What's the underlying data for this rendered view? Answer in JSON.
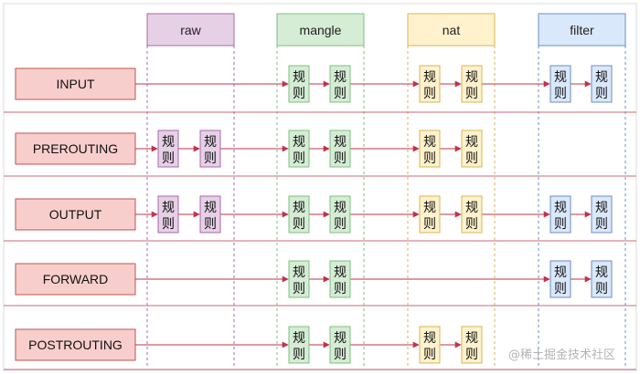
{
  "tables": [
    {
      "key": "raw",
      "label": "raw",
      "fill": "#e6d0e6",
      "stroke": "#a869a8"
    },
    {
      "key": "mangle",
      "label": "mangle",
      "fill": "#d5ecd5",
      "stroke": "#7fbf7f"
    },
    {
      "key": "nat",
      "label": "nat",
      "fill": "#fff2cc",
      "stroke": "#d6b656"
    },
    {
      "key": "filter",
      "label": "filter",
      "fill": "#dae8fc",
      "stroke": "#6c8ebf"
    }
  ],
  "chains": [
    {
      "label": "INPUT",
      "tables": [
        "mangle",
        "nat",
        "filter"
      ]
    },
    {
      "label": "PREROUTING",
      "tables": [
        "raw",
        "mangle",
        "nat"
      ]
    },
    {
      "label": "OUTPUT",
      "tables": [
        "raw",
        "mangle",
        "nat",
        "filter"
      ]
    },
    {
      "label": "FORWARD",
      "tables": [
        "mangle",
        "filter"
      ]
    },
    {
      "label": "POSTROUTING",
      "tables": [
        "mangle",
        "nat"
      ]
    }
  ],
  "rule_label": "规则",
  "chain_style": {
    "fill": "#f8cecc",
    "stroke": "#b85450"
  },
  "arrow_color": "#c0334a",
  "watermark": "@稀土掘金技术社区"
}
